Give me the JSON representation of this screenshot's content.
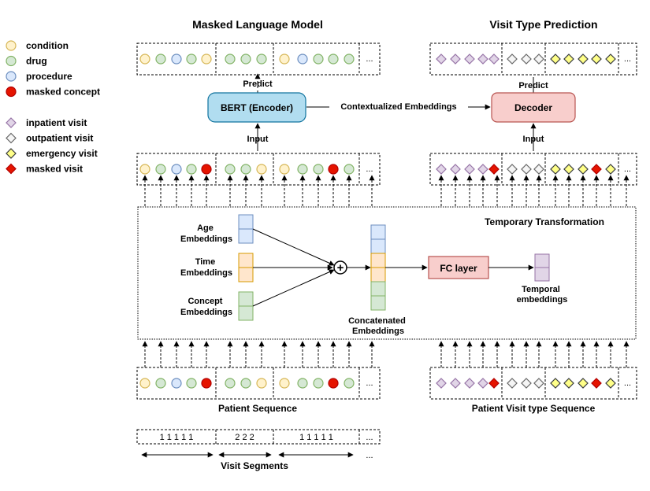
{
  "legend": {
    "concepts": [
      {
        "label": "condition",
        "fill": "#fff2cc",
        "stroke": "#d6b656"
      },
      {
        "label": "drug",
        "fill": "#d5e8d4",
        "stroke": "#82b366"
      },
      {
        "label": "procedure",
        "fill": "#dae8fc",
        "stroke": "#6c8ebf"
      },
      {
        "label": "masked concept",
        "fill": "#e51400",
        "stroke": "#b20000"
      }
    ],
    "visits": [
      {
        "label": "inpatient visit",
        "fill": "#e1d5e7",
        "stroke": "#9673a6"
      },
      {
        "label": "outpatient visit",
        "fill": "#f5f5f5",
        "stroke": "#666666"
      },
      {
        "label": "emergency visit",
        "fill": "#ffff88",
        "stroke": "#36393d"
      },
      {
        "label": "masked visit",
        "fill": "#e51400",
        "stroke": "#b20000"
      }
    ]
  },
  "titles": {
    "mlm": "Masked Language Model",
    "vtp": "Visit Type Prediction"
  },
  "blocks": {
    "bert": "BERT (Encoder)",
    "decoder": "Decoder",
    "fc": "FC layer"
  },
  "edges": {
    "predict": "Predict",
    "input": "Input",
    "contextualized": "Contextualized Embeddings"
  },
  "temporal": {
    "title": "Temporary Transformation",
    "age": [
      "Age",
      "Embeddings"
    ],
    "time": [
      "Time",
      "Embeddings"
    ],
    "concept": [
      "Concept",
      "Embeddings"
    ],
    "concatenated": [
      "Concatenated",
      "Embeddings"
    ],
    "temporal_out": [
      "Temporal",
      "embeddings"
    ],
    "plus": "+"
  },
  "sequences": {
    "patient_label": "Patient Sequence",
    "visit_label": "Patient Visit type Sequence",
    "segments_label": "Visit Segments",
    "ellipsis": "..."
  },
  "rows": {
    "mlm_output": [
      [
        "c",
        "d",
        "p",
        "d",
        "c"
      ],
      [
        "d",
        "d",
        "d"
      ],
      [
        "c",
        "p",
        "d",
        "d",
        "d"
      ]
    ],
    "concept_seq": [
      [
        "c",
        "d",
        "p",
        "d",
        "m"
      ],
      [
        "d",
        "d",
        "c"
      ],
      [
        "c",
        "d",
        "d",
        "m",
        "d"
      ]
    ],
    "vtp_output": [
      [
        "i",
        "i",
        "i",
        "i",
        "i"
      ],
      [
        "o",
        "o",
        "o"
      ],
      [
        "e",
        "e",
        "e",
        "e",
        "e"
      ]
    ],
    "visit_seq": [
      [
        "i",
        "i",
        "i",
        "i",
        "m"
      ],
      [
        "o",
        "o",
        "o"
      ],
      [
        "e",
        "e",
        "e",
        "m",
        "e"
      ]
    ],
    "segments": [
      "1 1 1 1 1",
      "2 2 2",
      "1 1 1 1 1"
    ]
  }
}
